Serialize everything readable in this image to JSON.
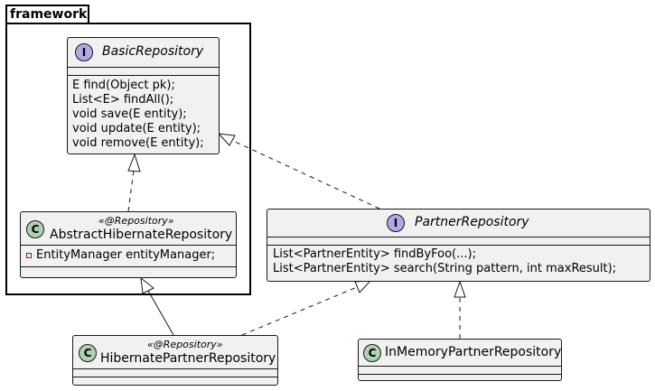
{
  "package": {
    "name": "framework"
  },
  "classes": {
    "basic_repository": {
      "name": "BasicRepository",
      "kind": "interface",
      "badge": "I",
      "methods": [
        "E find(Object pk);",
        "List<E> findAll();",
        "void save(E entity);",
        "void update(E entity);",
        "void remove(E entity);"
      ]
    },
    "abstract_hibernate_repository": {
      "name": "AbstractHibernateRepository",
      "kind": "class",
      "badge": "C",
      "stereotype": "«@Repository»",
      "fields": [
        "EntityManager entityManager;"
      ]
    },
    "partner_repository": {
      "name": "PartnerRepository",
      "kind": "interface",
      "badge": "I",
      "methods": [
        "List<PartnerEntity> findByFoo(...);",
        "List<PartnerEntity> search(String pattern, int maxResult);"
      ]
    },
    "hibernate_partner_repository": {
      "name": "HibernatePartnerRepository",
      "kind": "class",
      "badge": "C",
      "stereotype": "«@Repository»"
    },
    "in_memory_partner_repository": {
      "name": "InMemoryPartnerRepository",
      "kind": "class",
      "badge": "C"
    }
  },
  "relations": [
    {
      "from": "AbstractHibernateRepository",
      "to": "BasicRepository",
      "type": "realization"
    },
    {
      "from": "PartnerRepository",
      "to": "BasicRepository",
      "type": "realization"
    },
    {
      "from": "HibernatePartnerRepository",
      "to": "AbstractHibernateRepository",
      "type": "generalization"
    },
    {
      "from": "HibernatePartnerRepository",
      "to": "PartnerRepository",
      "type": "realization"
    },
    {
      "from": "InMemoryPartnerRepository",
      "to": "PartnerRepository",
      "type": "realization"
    }
  ],
  "colors": {
    "class_fill": "#f1f1f1",
    "border": "#181818",
    "interface_badge": "#b4a7e5",
    "class_badge": "#add1b2",
    "private_marker": "#84221c"
  }
}
